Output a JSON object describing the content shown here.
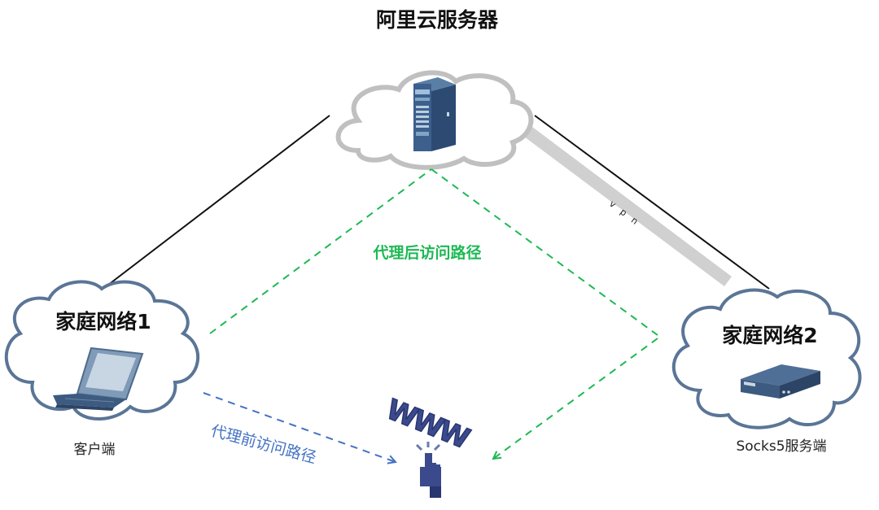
{
  "title": "阿里云服务器",
  "nodes": {
    "cloud_server": {
      "icon": "tower-server-icon"
    },
    "home_network_1": {
      "label": "家庭网络1",
      "caption": "客户端",
      "icon": "laptop-icon"
    },
    "home_network_2": {
      "label": "家庭网络2",
      "caption": "Socks5服务端",
      "icon": "rack-server-icon"
    },
    "internet": {
      "icon": "www-icon"
    }
  },
  "links": {
    "vpn": {
      "label": "vpn"
    },
    "proxied_path": {
      "label": "代理后访问路径",
      "color": "#1db954"
    },
    "direct_path": {
      "label": "代理前访问路径",
      "color": "#4472c4"
    }
  },
  "colors": {
    "cloud_gray": "#c0c0c0",
    "cloud_blue": "#5a7596",
    "device_blue": "#3d5a80",
    "www_blue": "#3b4a8c",
    "vpn_bar": "#d0d0d0"
  }
}
